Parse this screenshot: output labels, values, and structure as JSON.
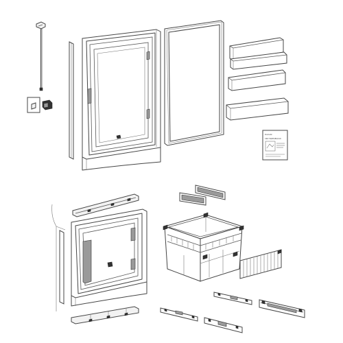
{
  "diagram": {
    "parts": [
      {
        "id": "hinge-pin-rod",
        "name": "hinge-pin-rod"
      },
      {
        "id": "fastener-bag",
        "name": "fastener-bag"
      },
      {
        "id": "door-side-strip",
        "name": "door-side-strip"
      },
      {
        "id": "upper-door-frame",
        "name": "upper-door-frame"
      },
      {
        "id": "upper-door-gasket",
        "name": "upper-door-gasket"
      },
      {
        "id": "door-shelves",
        "name": "door-shelves"
      },
      {
        "id": "instruction-manual",
        "name": "instruction-manual"
      },
      {
        "id": "lower-door-top-trim",
        "name": "lower-door-top-trim"
      },
      {
        "id": "lower-door-frame",
        "name": "lower-door-frame"
      },
      {
        "id": "lower-door-bottom-trim",
        "name": "lower-door-bottom-trim"
      },
      {
        "id": "freezer-basket",
        "name": "freezer-basket"
      },
      {
        "id": "basket-divider-plates",
        "name": "basket-divider-plates"
      },
      {
        "id": "wire-grille",
        "name": "wire-grille"
      },
      {
        "id": "drawer-slide-rails",
        "name": "drawer-slide-rails"
      }
    ],
    "manual": {
      "brand": "Dometic",
      "title_line": "CRX 50/65/80/110"
    }
  }
}
